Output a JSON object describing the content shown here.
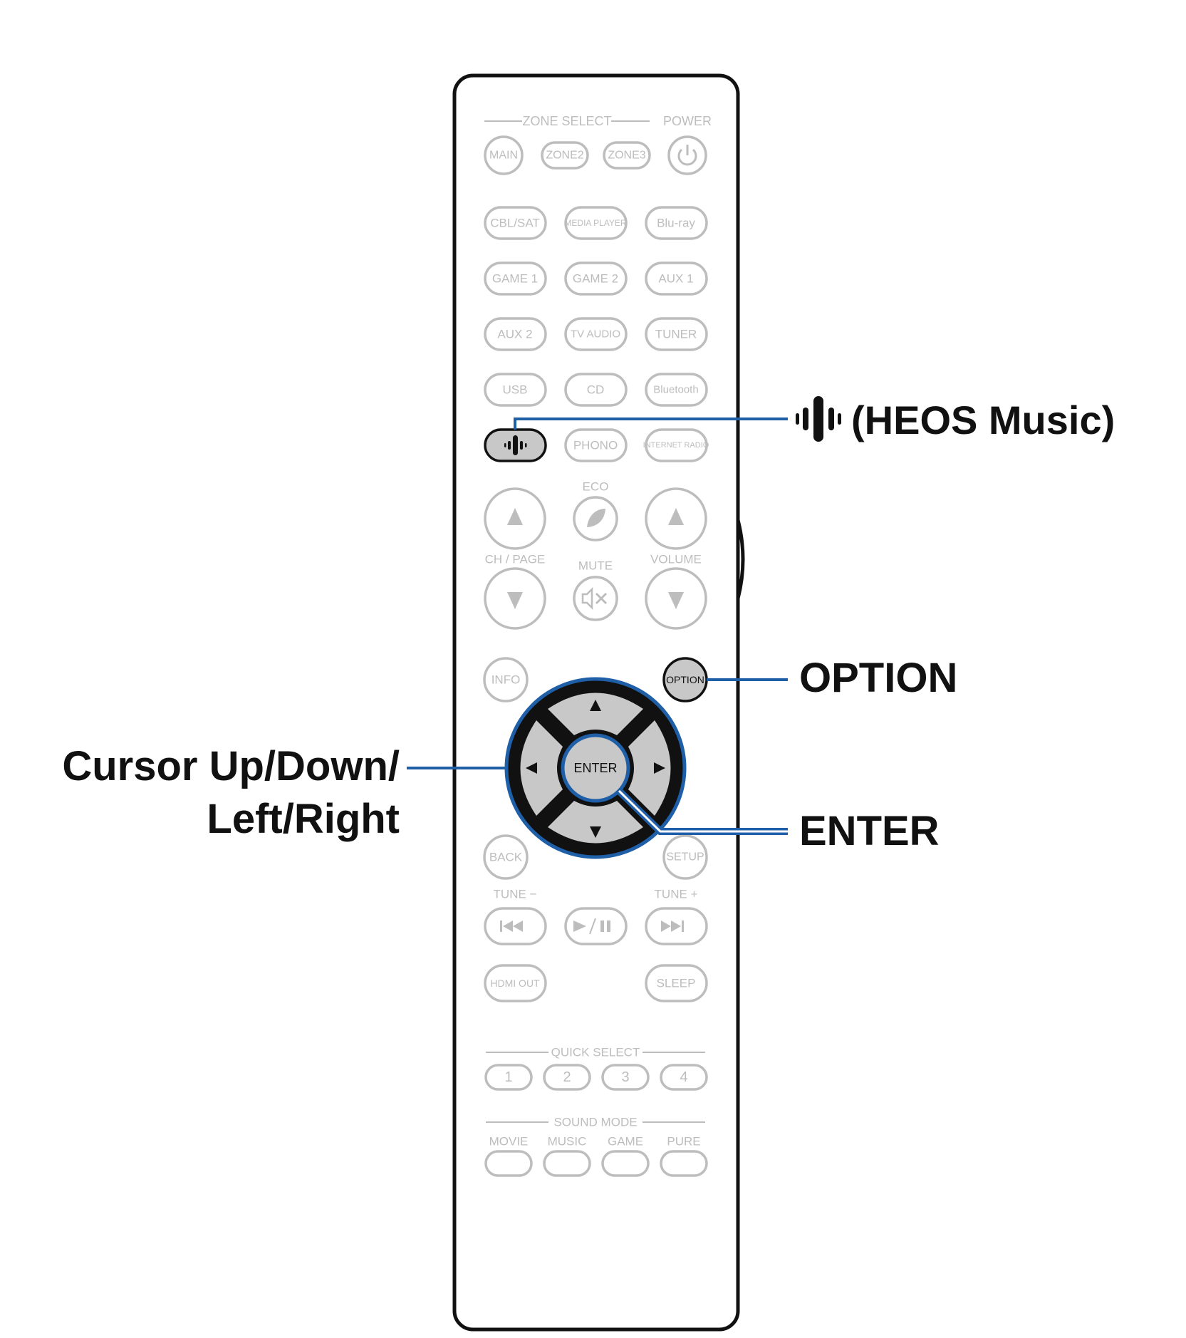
{
  "remote": {
    "zone_select_label": "ZONE SELECT",
    "power_label": "POWER",
    "zone_buttons": [
      "MAIN",
      "ZONE2",
      "ZONE3"
    ],
    "source_rows": [
      [
        "CBL/SAT",
        "MEDIA PLAYER",
        "Blu-ray"
      ],
      [
        "GAME 1",
        "GAME 2",
        "AUX 1"
      ],
      [
        "AUX 2",
        "TV AUDIO",
        "TUNER"
      ],
      [
        "USB",
        "CD",
        "Bluetooth"
      ],
      [
        "",
        "PHONO",
        "INTERNET RADIO"
      ]
    ],
    "eco_label": "ECO",
    "ch_page_label": "CH / PAGE",
    "volume_label": "VOLUME",
    "mute_label": "MUTE",
    "info_label": "INFO",
    "option_label": "OPTION",
    "enter_label": "ENTER",
    "back_label": "BACK",
    "setup_label": "SETUP",
    "tune_minus_label": "TUNE −",
    "tune_plus_label": "TUNE +",
    "hdmi_out_label": "HDMI OUT",
    "sleep_label": "SLEEP",
    "quick_select_label": "QUICK SELECT",
    "quick_select_buttons": [
      "1",
      "2",
      "3",
      "4"
    ],
    "sound_mode_label": "SOUND MODE",
    "sound_mode_buttons": [
      "MOVIE",
      "MUSIC",
      "GAME",
      "PURE"
    ]
  },
  "callouts": {
    "heos_music": "(HEOS Music)",
    "option": "OPTION",
    "cursor_line1": "Cursor Up/Down/",
    "cursor_line2": "Left/Right",
    "enter": "ENTER"
  },
  "colors": {
    "leader_line": "#1f5fa8",
    "highlight_fill": "#c8c8c8",
    "inactive_text": "#bdbdbd"
  }
}
